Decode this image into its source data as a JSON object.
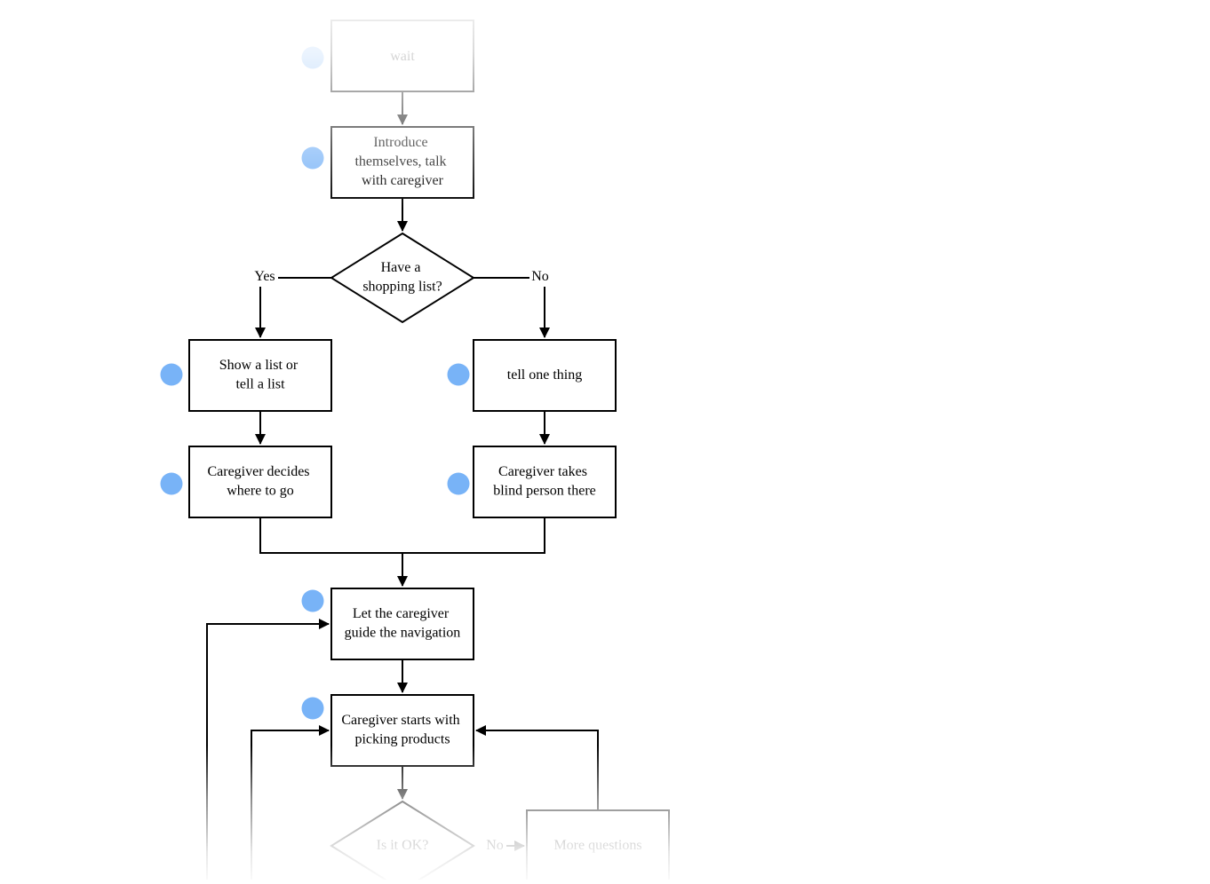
{
  "diagram": {
    "nodes": {
      "wait": {
        "lines": [
          "wait"
        ]
      },
      "introduce": {
        "lines": [
          "Introduce",
          "themselves, talk",
          "with caregiver"
        ]
      },
      "shopping_list": {
        "lines": [
          "Have a",
          "shopping list?"
        ]
      },
      "show_list": {
        "lines": [
          "Show a list or",
          "tell a list"
        ]
      },
      "tell_one": {
        "lines": [
          "tell one thing"
        ]
      },
      "caregiver_decides": {
        "lines": [
          "Caregiver decides",
          "where to go"
        ]
      },
      "caregiver_takes": {
        "lines": [
          "Caregiver takes",
          "blind person there"
        ]
      },
      "let_guide": {
        "lines": [
          "Let the caregiver",
          "guide the navigation"
        ]
      },
      "starts_picking": {
        "lines": [
          "Caregiver starts with",
          "picking products"
        ]
      },
      "is_ok": {
        "lines": [
          "Is it OK?"
        ]
      },
      "more_questions": {
        "lines": [
          "More questions"
        ]
      }
    },
    "edge_labels": {
      "yes": "Yes",
      "no": "No",
      "no_ok": "No"
    },
    "colors": {
      "stroke": "#000000",
      "marker_fill": "#78b3f7",
      "background": "#ffffff"
    }
  }
}
